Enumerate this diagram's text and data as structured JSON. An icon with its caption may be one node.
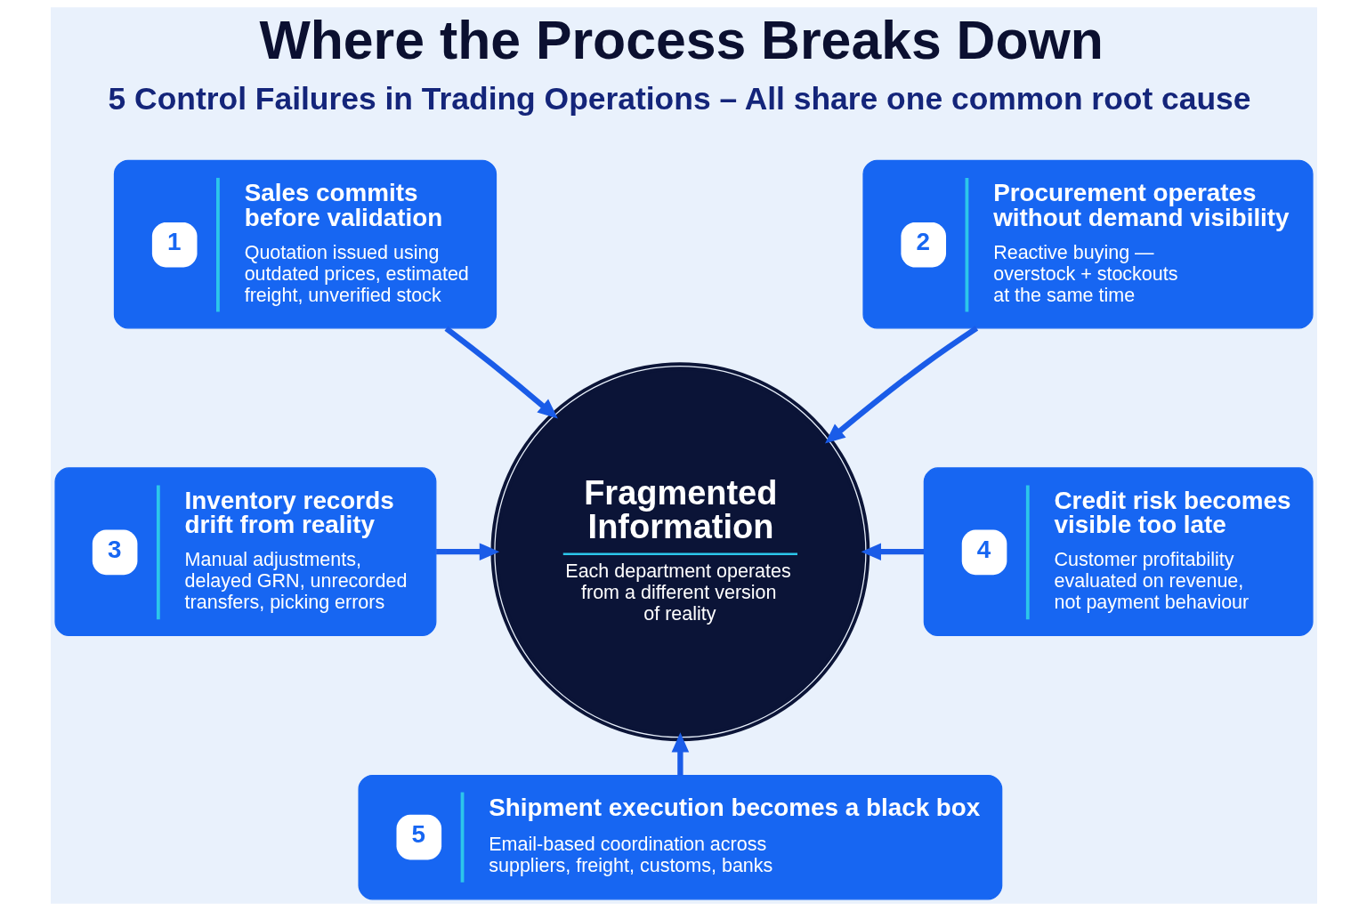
{
  "diagram": {
    "title": "Where the Process Breaks Down",
    "nodes": [
      {
        "text": [
          "1",
          "Sales commits before validation",
          "Quotation issued using outdated prices, estimated freight, unverified stock"
        ]
      },
      {
        "text": [
          "2",
          "Procurement operates without demand visibility",
          "Reactive buying — overstock + stockouts at the same time"
        ]
      },
      {
        "text": [
          "Fragmented Information",
          "Each department operates from a different version of reality"
        ]
      },
      {
        "text": [
          "3",
          "Inventory records drift from reality",
          "Manual adjustments, delayed GRN, unrecorded transfers, picking errors"
        ]
      },
      {
        "text": [
          "4",
          "Credit risk becomes visible too late",
          "Customer profitability evaluated on revenue, not payment behaviour"
        ]
      },
      {
        "text": [
          "5",
          "Shipment execution becomes a black box",
          "Email-based coordination across suppliers, freight, customs, banks"
        ]
      }
    ],
    "edges": [
      {
        "from": 0,
        "to": 2,
        "arrow": "to"
      },
      {
        "from": 1,
        "to": 2,
        "arrow": "to"
      },
      {
        "from": 3,
        "to": 2,
        "arrow": "to"
      },
      {
        "from": 4,
        "to": 2,
        "arrow": "to"
      },
      {
        "from": 5,
        "to": 2,
        "arrow": "to"
      }
    ],
    "labels": [
      "5 Control Failures in Trading Operations – All share one common root cause"
    ]
  }
}
